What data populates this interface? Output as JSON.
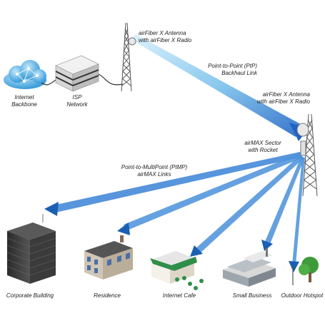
{
  "nodes": {
    "internet": {
      "line1": "Internet",
      "line2": "Backbone"
    },
    "isp": {
      "line1": "ISP",
      "line2": "Network"
    },
    "antenna_top": {
      "line1": "airFiber X Antenna",
      "line2": "with airFiber X Radio"
    },
    "antenna_right": {
      "line1": "airFiber X Antenna",
      "line2": "with airFiber X Radio"
    },
    "sector": {
      "line1": "airMAX Sector",
      "line2": "with Rocket"
    }
  },
  "links": {
    "ptp": {
      "line1": "Point-to-Point (PtP)",
      "line2": "Backhaul Link"
    },
    "ptmp": {
      "line1": "Point-to-MultiPoint (PtMP)",
      "line2": "airMAX Links"
    }
  },
  "endpoints": [
    {
      "label": "Corporate Building"
    },
    {
      "label": "Residence"
    },
    {
      "label": "Internet Cafe"
    },
    {
      "label": "Small Business"
    },
    {
      "label": "Outdoor Hotspot"
    }
  ],
  "colors": {
    "beam_dark": "#1a5fb4",
    "beam_light": "#bfe3f7",
    "cloud": "#4fb3e8",
    "tower": "#5a5a5a",
    "cafe_awning": "#2f8f4a"
  }
}
